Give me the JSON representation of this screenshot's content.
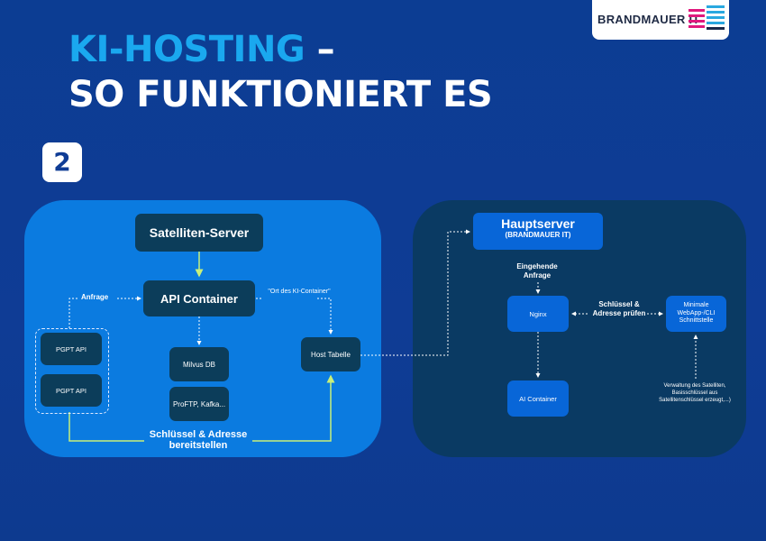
{
  "title": {
    "accent": "KI-HOSTING",
    "rest": " –",
    "line2": "SO FUNKTIONIERT ES"
  },
  "logo": {
    "text": "BRANDMAUER IT"
  },
  "step": "2",
  "left_panel": {
    "satellite_server": "Satelliten-Server",
    "api_container": "API Container",
    "milvus_db": "Milvus DB",
    "proftp": "ProFTP, Kafka...",
    "pgpt_api_1": "PGPT API",
    "pgpt_api_2": "PGPT API",
    "host_tabelle": "Host Tabelle",
    "anfrage": "Anfrage",
    "ort_des": "\"Ort des KI-Container\"",
    "bottom_label": "Schlüssel & Adresse bereitstellen"
  },
  "right_panel": {
    "hauptserver": "Hauptserver",
    "hauptserver_sub": "(BRANDMAUER IT)",
    "eingehende": "Eingehende Anfrage",
    "nginx": "Nginx",
    "schluessel": "Schlüssel & Adresse prüfen",
    "webapp": "Minimale WebApp-/CLI Schnittstelle",
    "ai_container": "AI Container",
    "verwaltung": "Verwaltung des Satelliten, Basisschlüssel aus Satellitenschlüssel erzeugt,...)"
  },
  "colors": {
    "background": "#0f3c95",
    "accent": "#1aa8ef",
    "left_panel": "#0b7be0",
    "right_panel": "#0a3a63",
    "dark_box": "#0c3d5a",
    "blue_box": "#0866d8",
    "solid_arrow": "#c8f07a",
    "logo_pink": "#e0197d",
    "logo_blue": "#29a8e0"
  }
}
